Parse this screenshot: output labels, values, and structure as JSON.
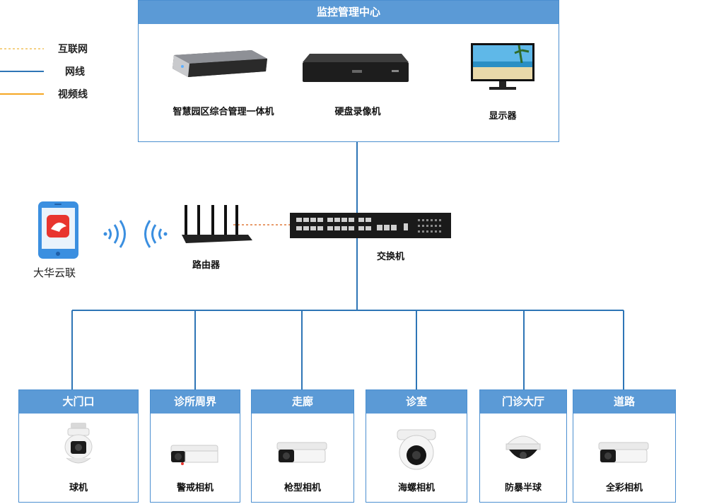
{
  "legend": {
    "internet": {
      "label": "互联网",
      "color": "#f2c15a"
    },
    "network": {
      "label": "网线",
      "color": "#2e75b6"
    },
    "video": {
      "label": "视频线",
      "color": "#f5a623"
    }
  },
  "center": {
    "title": "监控管理中心",
    "devices": {
      "mgmt": "智慧园区综合管理一体机",
      "nvr": "硬盘录像机",
      "monitor": "显示器"
    }
  },
  "middle": {
    "app_label": "大华云联",
    "router_label": "路由器",
    "switch_label": "交换机"
  },
  "cameras": [
    {
      "title": "大门口",
      "label": "球机"
    },
    {
      "title": "诊所周界",
      "label": "警戒相机"
    },
    {
      "title": "走廊",
      "label": "枪型相机"
    },
    {
      "title": "诊室",
      "label": "海螺相机"
    },
    {
      "title": "门诊大厅",
      "label": "防暴半球"
    },
    {
      "title": "道路",
      "label": "全彩相机"
    }
  ],
  "colors": {
    "accent": "#5b9ad6",
    "line": "#2e75b6",
    "brand_red": "#e8352f"
  }
}
